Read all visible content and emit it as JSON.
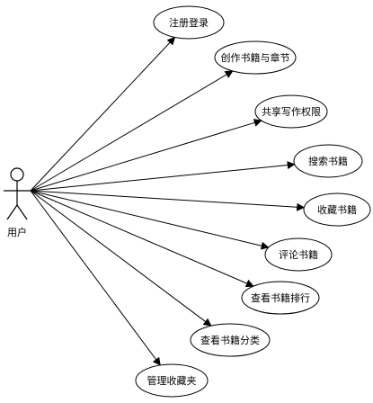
{
  "actor": {
    "label": "用户"
  },
  "use_cases": [
    {
      "id": "uc1",
      "label": "注册登录"
    },
    {
      "id": "uc2",
      "label": "创作书籍与章节"
    },
    {
      "id": "uc3",
      "label": "共享写作权限"
    },
    {
      "id": "uc4",
      "label": "搜索书籍"
    },
    {
      "id": "uc5",
      "label": "收藏书籍"
    },
    {
      "id": "uc6",
      "label": "评论书籍"
    },
    {
      "id": "uc7",
      "label": "查看书籍排行"
    },
    {
      "id": "uc8",
      "label": "查看书籍分类"
    },
    {
      "id": "uc9",
      "label": "管理收藏夹"
    }
  ]
}
